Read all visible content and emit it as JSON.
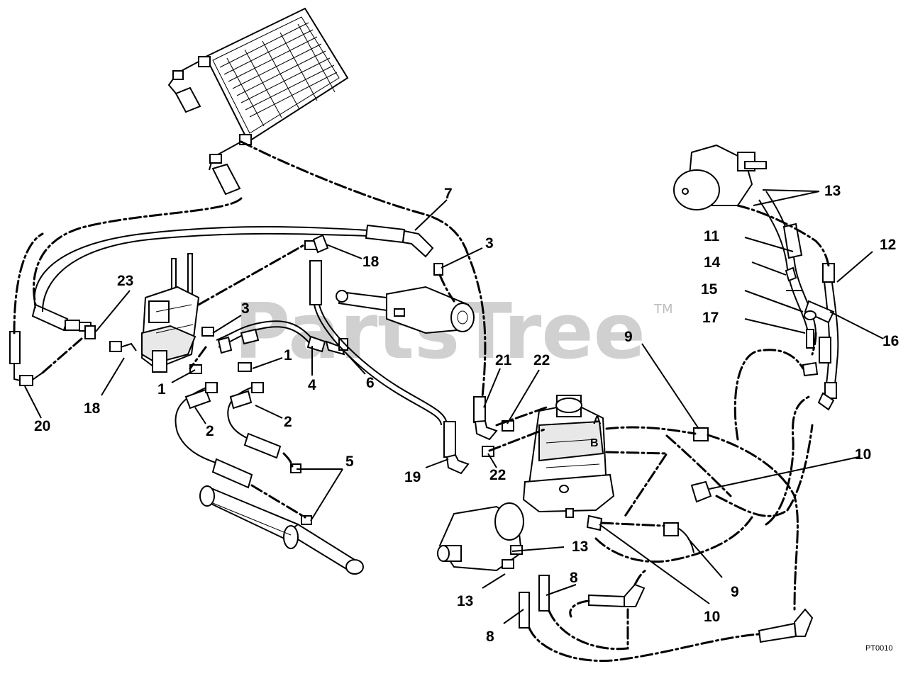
{
  "watermark": {
    "text": "PartsTree",
    "trademark": "TM"
  },
  "reference_code": "PT0010",
  "port_labels": {
    "a": "A",
    "b": "B"
  },
  "callouts": {
    "c1a": "1",
    "c1b": "1",
    "c2a": "2",
    "c2b": "2",
    "c3a": "3",
    "c3b": "3",
    "c4": "4",
    "c5": "5",
    "c6": "6",
    "c7": "7",
    "c8a": "8",
    "c8b": "8",
    "c9a": "9",
    "c9b": "9",
    "c10a": "10",
    "c10b": "10",
    "c11": "11",
    "c12": "12",
    "c13a": "13",
    "c13b": "13",
    "c13c": "13",
    "c14": "14",
    "c15": "15",
    "c16": "16",
    "c17": "17",
    "c18a": "18",
    "c18b": "18",
    "c19": "19",
    "c20": "20",
    "c21": "21",
    "c22a": "22",
    "c22b": "22",
    "c23": "23"
  }
}
